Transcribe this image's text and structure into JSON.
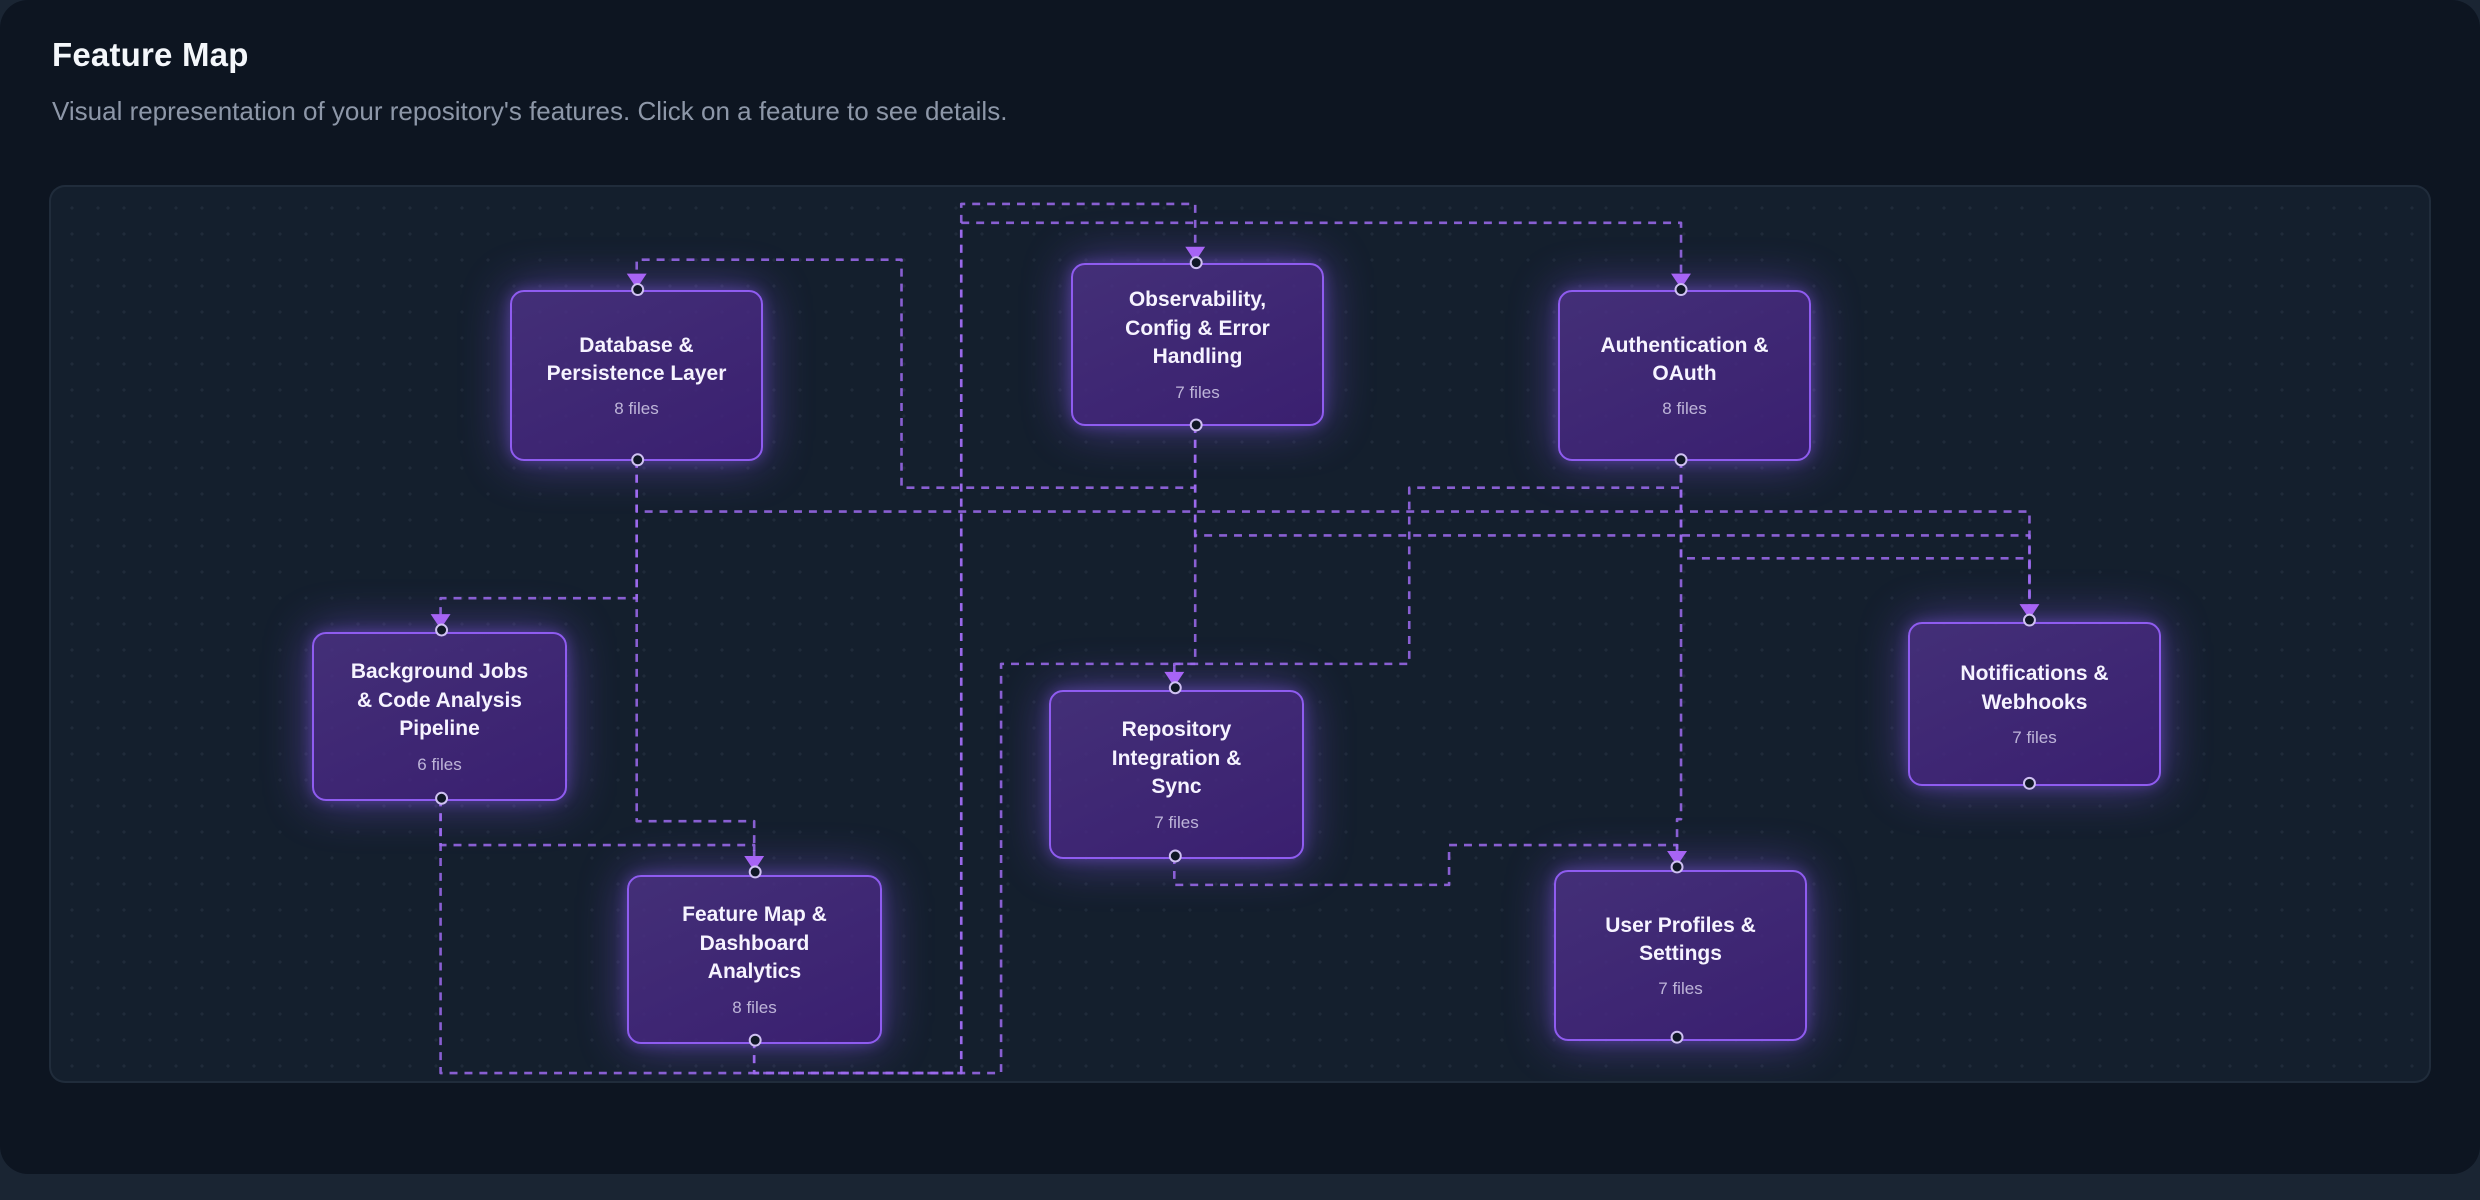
{
  "page": {
    "title": "Feature Map",
    "subtitle": "Visual representation of your repository's features. Click on a feature to see details."
  },
  "diagram": {
    "nodes": [
      {
        "id": "database",
        "label": "Database &\nPersistence Layer",
        "files_label": "8 files"
      },
      {
        "id": "observability",
        "label": "Observability,\nConfig & Error\nHandling",
        "files_label": "7 files"
      },
      {
        "id": "authentication",
        "label": "Authentication &\nOAuth",
        "files_label": "8 files"
      },
      {
        "id": "background-jobs",
        "label": "Background Jobs\n& Code Analysis\nPipeline",
        "files_label": "6 files"
      },
      {
        "id": "repository-sync",
        "label": "Repository\nIntegration &\nSync",
        "files_label": "7 files"
      },
      {
        "id": "notifications",
        "label": "Notifications &\nWebhooks",
        "files_label": "7 files"
      },
      {
        "id": "feature-map",
        "label": "Feature Map &\nDashboard\nAnalytics",
        "files_label": "8 files"
      },
      {
        "id": "user-profiles",
        "label": "User Profiles &\nSettings",
        "files_label": "7 files"
      }
    ],
    "edges": [
      {
        "from": "observability",
        "to": "database"
      },
      {
        "from": "feature-map",
        "to": "observability"
      },
      {
        "from": "feature-map",
        "to": "authentication"
      },
      {
        "from": "database",
        "to": "background-jobs"
      },
      {
        "from": "database",
        "to": "feature-map"
      },
      {
        "from": "database",
        "to": "notifications"
      },
      {
        "from": "observability",
        "to": "repository-sync"
      },
      {
        "from": "observability",
        "to": "notifications"
      },
      {
        "from": "authentication",
        "to": "notifications"
      },
      {
        "from": "authentication",
        "to": "user-profiles"
      },
      {
        "from": "authentication",
        "to": "repository-sync"
      },
      {
        "from": "background-jobs",
        "to": "feature-map"
      },
      {
        "from": "background-jobs",
        "to": "repository-sync"
      },
      {
        "from": "repository-sync",
        "to": "user-profiles"
      }
    ],
    "colors": {
      "node_border": "#8f5cf0",
      "edge": "#9d6bf0",
      "arrow": "#a764f5",
      "port_stroke": "#cfc1f2",
      "port_fill": "#101826",
      "glow": "#8b5cf6"
    }
  }
}
